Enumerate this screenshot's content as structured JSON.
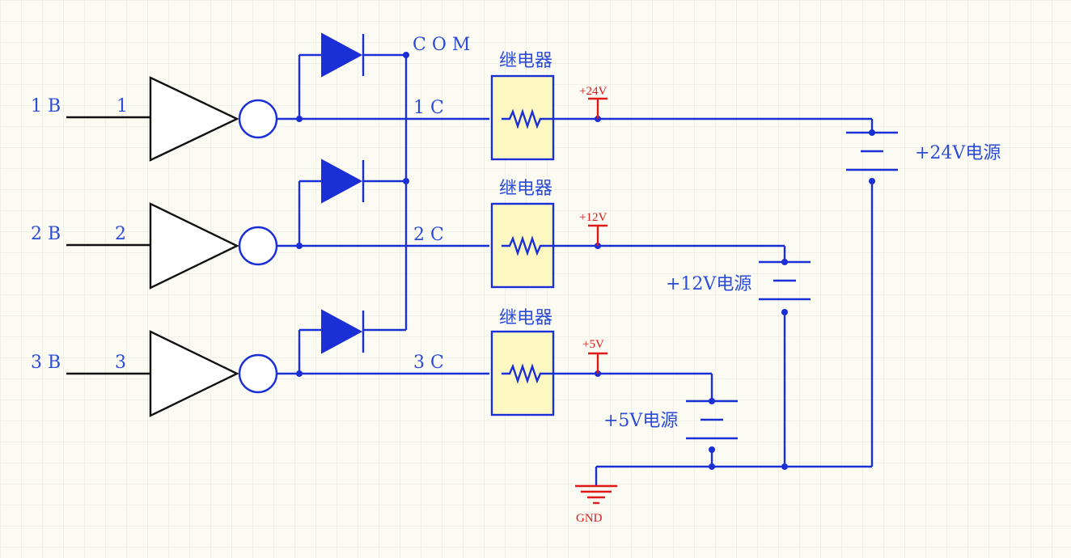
{
  "diagram": {
    "com_label": "C O M",
    "channels": [
      {
        "input_label": "1 B",
        "pin_label": "1",
        "output_label": "1 C",
        "relay_label": "继电器",
        "supply_flag": "+24V",
        "supply_name": "+24V电源"
      },
      {
        "input_label": "2 B",
        "pin_label": "2",
        "output_label": "2 C",
        "relay_label": "继电器",
        "supply_flag": "+12V",
        "supply_name": "+12V电源"
      },
      {
        "input_label": "3 B",
        "pin_label": "3",
        "output_label": "3 C",
        "relay_label": "继电器",
        "supply_flag": "+5V",
        "supply_name": "+5V电源"
      }
    ],
    "ground_label": "GND",
    "colors": {
      "wire": "#1a2fd6",
      "label": "#2b4bd9",
      "power": "#e01818",
      "relay_fill": "#fdf8c2",
      "grid": "#e4e4d8",
      "background": "#fbfbf4"
    }
  }
}
